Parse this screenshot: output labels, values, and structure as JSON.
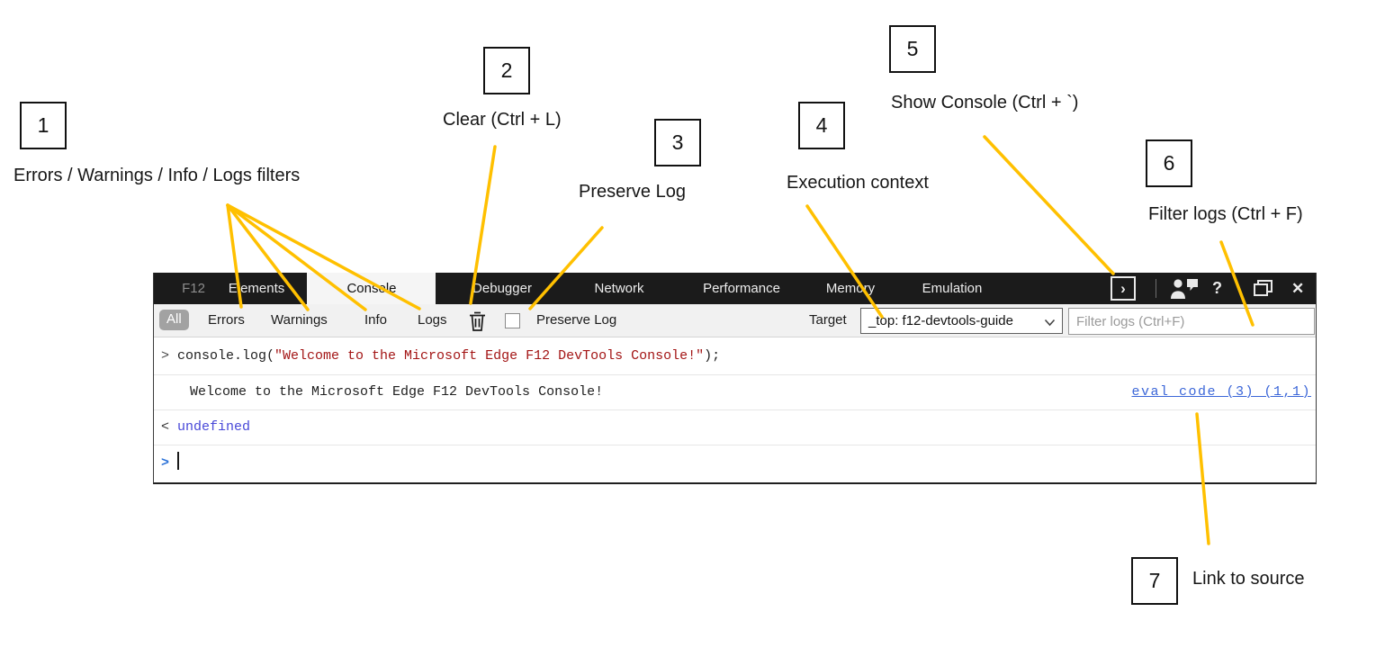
{
  "annotations": {
    "line_color": "#FFC000",
    "callouts": [
      {
        "number": "1",
        "label": "Errors / Warnings / Info / Logs filters"
      },
      {
        "number": "2",
        "label": "Clear (Ctrl + L)"
      },
      {
        "number": "3",
        "label": "Preserve Log"
      },
      {
        "number": "4",
        "label": "Execution context"
      },
      {
        "number": "5",
        "label": "Show Console (Ctrl + `)"
      },
      {
        "number": "6",
        "label": "Filter logs (Ctrl + F)"
      },
      {
        "number": "7",
        "label": "Link to source"
      }
    ]
  },
  "devtools": {
    "tabs": [
      {
        "label": "F12"
      },
      {
        "label": "Elements"
      },
      {
        "label": "Console",
        "active": true
      },
      {
        "label": "Debugger"
      },
      {
        "label": "Network"
      },
      {
        "label": "Performance"
      },
      {
        "label": "Memory"
      },
      {
        "label": "Emulation"
      }
    ],
    "titlebar": {
      "show_console_glyph": "›",
      "help_glyph": "?",
      "close_glyph": "✕"
    },
    "filter_bar": {
      "filters": [
        {
          "label": "All",
          "active": true
        },
        {
          "label": "Errors"
        },
        {
          "label": "Warnings"
        },
        {
          "label": "Info"
        },
        {
          "label": "Logs"
        }
      ],
      "preserve_log_label": "Preserve Log",
      "preserve_log_checked": false,
      "target_label": "Target",
      "target_value": "_top: f12-devtools-guide",
      "filter_placeholder": "Filter logs (Ctrl+F)"
    },
    "console": {
      "input_echo": {
        "prefix": ">",
        "code_before": "console.log(",
        "string_arg": "\"Welcome to the Microsoft Edge F12 DevTools Console!\"",
        "code_after": ");"
      },
      "log_row": {
        "text": "Welcome to the Microsoft Edge F12 DevTools Console!",
        "source_link": "eval code (3) (1,1)"
      },
      "result_row": {
        "prefix": "<",
        "value": "undefined"
      },
      "prompt": {
        "prefix": ">"
      }
    },
    "colors": {
      "string_red": "#A31515",
      "link_blue": "#3B66D8",
      "result_blue": "#4848D8",
      "accent_yellow": "#FFC000",
      "tabbar_bg": "#1B1B1B",
      "filterbar_bg": "#F1F1F1"
    }
  }
}
